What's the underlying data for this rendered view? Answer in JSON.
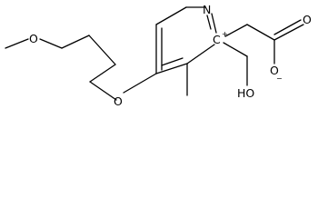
{
  "molecule": {
    "atoms": {
      "methoxy_oxygen": "O",
      "ether_oxygen": "O",
      "ring_nitrogen": "N",
      "ring_carbon": "C",
      "charge_carbon": "+",
      "hydroxyl": "HO",
      "carbonyl_oxygen": "O",
      "carboxylate_oxygen": "O",
      "carboxylate_charge": "−"
    },
    "colors": {
      "stroke": "#000000",
      "background": "#ffffff"
    }
  }
}
